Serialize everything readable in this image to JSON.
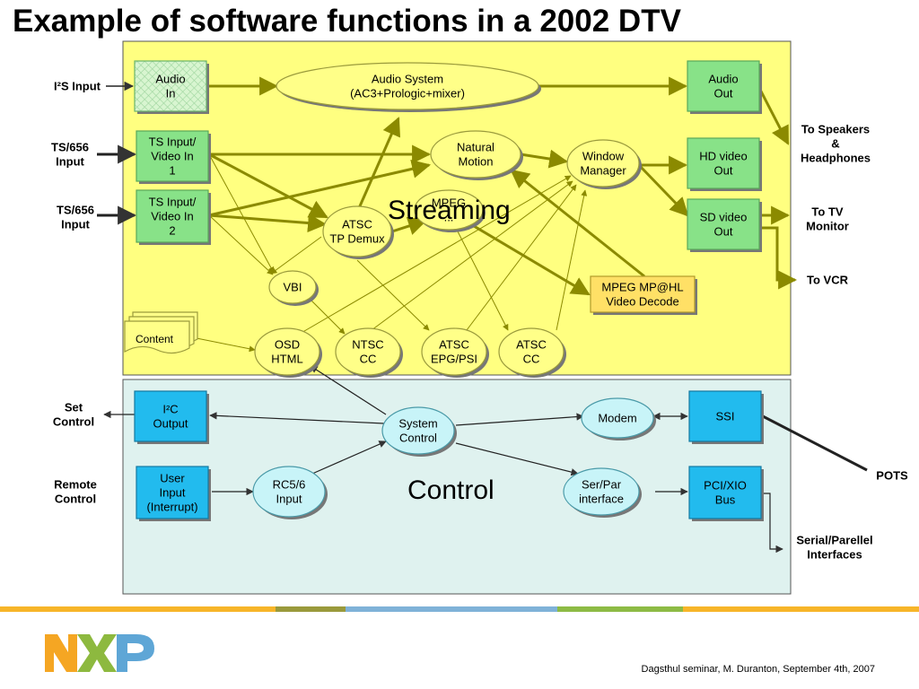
{
  "slide": {
    "title": "Example of software functions in a 2002 DTV",
    "footer": "Dagsthul seminar, M. Duranton, September 4th, 2007"
  },
  "logo": {
    "name": "NXP logo"
  },
  "colors": {
    "streaming_bg": "#ffff80",
    "control_bg": "#dff2ef",
    "node_green": "#88e288",
    "node_yellow_oval": "#ffff88",
    "node_cyan": "#22bbee",
    "node_cyan_oval": "#c8f4f8",
    "edge": "#8b8a00",
    "band_orange": "#f7b529",
    "band_olive": "#9a9a3c",
    "band_blue": "#7fb2d8",
    "band_green": "#8dbb45"
  },
  "regions": {
    "streaming": "Streaming",
    "control": "Control"
  },
  "nodes": {
    "audio_in": [
      "Audio",
      "In"
    ],
    "audio_system": [
      "Audio System",
      "(AC3+Prologic+mixer)"
    ],
    "audio_out": [
      "Audio",
      "Out"
    ],
    "ts_in1": [
      "TS Input/",
      "Video In",
      "1"
    ],
    "ts_in2": [
      "TS Input/",
      "Video In",
      "2"
    ],
    "natural_motion": [
      "Natural",
      "Motion"
    ],
    "window_manager": [
      "Window",
      "Manager"
    ],
    "hd_out": [
      "HD video",
      "Out"
    ],
    "sd_out": [
      "SD video",
      "Out"
    ],
    "mpeg": [
      "MPEG",
      "..."
    ],
    "atsc_demux": [
      "ATSC",
      "TP Demux"
    ],
    "vbi": [
      "VBI"
    ],
    "mpeg_decode": [
      "MPEG MP@HL",
      "Video Decode"
    ],
    "content": [
      "Content"
    ],
    "osd": [
      "OSD",
      "HTML"
    ],
    "ntsc_cc": [
      "NTSC",
      "CC"
    ],
    "atsc_epg": [
      "ATSC",
      "EPG/PSI"
    ],
    "atsc_cc": [
      "ATSC",
      "CC"
    ],
    "i2c_out": [
      "I²C",
      "Output"
    ],
    "system_control": [
      "System",
      "Control"
    ],
    "modem": [
      "Modem"
    ],
    "ssi": [
      "SSI"
    ],
    "user_input": [
      "User",
      "Input",
      "(Interrupt)"
    ],
    "rc56": [
      "RC5/6",
      "Input"
    ],
    "serpar": [
      "Ser/Par",
      "interface"
    ],
    "pcixio": [
      "PCI/XIO",
      "Bus"
    ]
  },
  "external": {
    "i2s_input": [
      "I²S Input"
    ],
    "ts656_1": [
      "TS/656",
      "Input"
    ],
    "ts656_2": [
      "TS/656",
      "Input"
    ],
    "speakers": [
      "To Speakers",
      "&",
      "Headphones"
    ],
    "tv_monitor": [
      "To TV",
      "Monitor"
    ],
    "vcr": [
      "To VCR"
    ],
    "set_control": [
      "Set",
      "Control"
    ],
    "remote_control": [
      "Remote",
      "Control"
    ],
    "pots": [
      "POTS"
    ],
    "serial_parallel": [
      "Serial/Parellel",
      "Interfaces"
    ]
  }
}
